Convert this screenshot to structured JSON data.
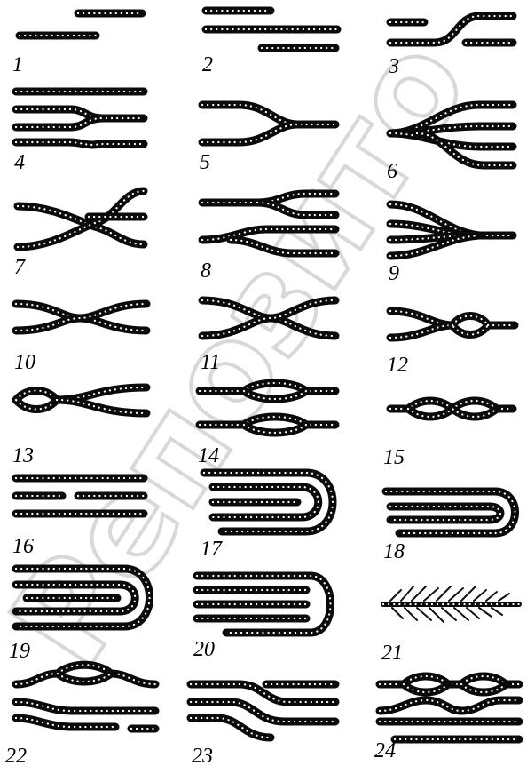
{
  "watermark": "Репозито",
  "figure_labels": [
    "1",
    "2",
    "3",
    "4",
    "5",
    "6",
    "7",
    "8",
    "9",
    "10",
    "11",
    "12",
    "13",
    "14",
    "15",
    "16",
    "17",
    "18",
    "19",
    "20",
    "21",
    "22",
    "23",
    "24"
  ],
  "colors": {
    "ink": "#0a0a0a",
    "background": "#ffffff",
    "watermark": "#d8d8d8"
  }
}
